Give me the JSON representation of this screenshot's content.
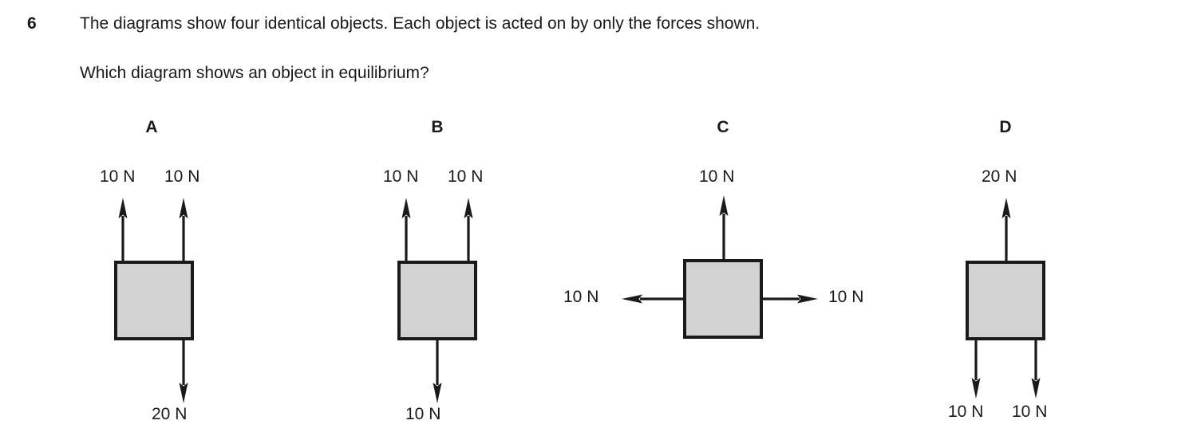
{
  "question": {
    "number": "6",
    "line1": "The diagrams show four identical objects. Each object is acted on by only the forces shown.",
    "line2": "Which diagram shows an object in equilibrium?"
  },
  "style": {
    "box_fill": "#d2d2d2",
    "ink": "#1a1a1a",
    "page_background": "#ffffff"
  },
  "diagrams": [
    {
      "letter": "A",
      "forces": {
        "up_left": "10 N",
        "up_right": "10 N",
        "down_center": "20 N"
      }
    },
    {
      "letter": "B",
      "forces": {
        "up_left": "10 N",
        "up_right": "10 N",
        "down_center": "10 N"
      }
    },
    {
      "letter": "C",
      "forces": {
        "up_center": "10 N",
        "left": "10 N",
        "right": "10 N"
      }
    },
    {
      "letter": "D",
      "forces": {
        "up_center": "20 N",
        "down_left": "10 N",
        "down_right": "10 N"
      }
    }
  ]
}
